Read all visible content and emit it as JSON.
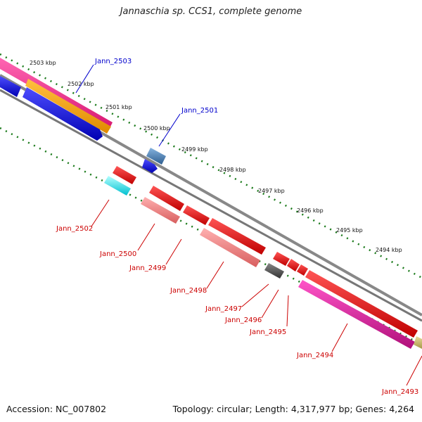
{
  "title": "Jannaschia sp. CCS1, complete genome",
  "footer": {
    "accession": "Accession: NC_007802",
    "topology": "Topology: circular; Length: 4,317,977 bp; Genes: 4,264"
  },
  "colors": {
    "forward_label": "#0000cc",
    "reverse_label": "#cc0000",
    "backbone": "#888888",
    "gc_dots": "#1a7a1a"
  },
  "ticks": [
    "2503 kbp",
    "2502 kbp",
    "2501 kbp",
    "2500 kbp",
    "2499 kbp",
    "2498 kbp",
    "2497 kbp",
    "2496 kbp",
    "2495 kbp",
    "2494 kbp"
  ],
  "genes": [
    {
      "name": "Jann_2503",
      "strand": "forward",
      "color": "#ff3399"
    },
    {
      "name": "Jann_2501",
      "strand": "forward",
      "color": "#4a7fb5"
    },
    {
      "name": "Jann_2502",
      "strand": "reverse",
      "color": "#00e5ee"
    },
    {
      "name": "Jann_2500",
      "strand": "reverse",
      "color": "#f08080"
    },
    {
      "name": "Jann_2499",
      "strand": "reverse",
      "color": "#ff0000"
    },
    {
      "name": "Jann_2498",
      "strand": "reverse",
      "color": "#f08080"
    },
    {
      "name": "Jann_2497",
      "strand": "reverse",
      "color": "#555555"
    },
    {
      "name": "Jann_2496",
      "strand": "reverse",
      "color": "#ff0000"
    },
    {
      "name": "Jann_2495",
      "strand": "reverse",
      "color": "#ff0000"
    },
    {
      "name": "Jann_2494",
      "strand": "reverse",
      "color": "#e0209a"
    },
    {
      "name": "Jann_2493",
      "strand": "reverse",
      "color": "#c8b870"
    }
  ]
}
